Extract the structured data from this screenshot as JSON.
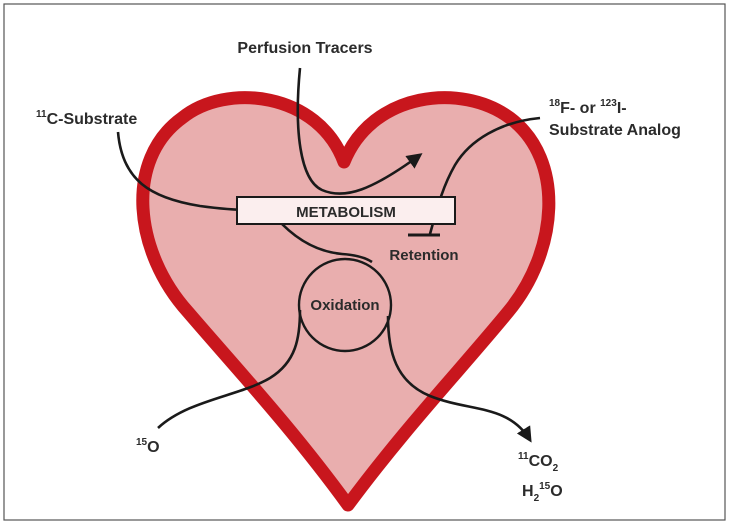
{
  "labels": {
    "perfusion": "Perfusion Tracers",
    "c11_sup": "11",
    "c11_text": "C-Substrate",
    "analog_sup1": "18",
    "analog_mid": "F- or ",
    "analog_sup2": "123",
    "analog_end": "I-",
    "analog_line2": "Substrate Analog",
    "metabolism": "METABOLISM",
    "retention": "Retention",
    "oxidation": "Oxidation",
    "o15_sup": "15",
    "o15_text": "O",
    "co2_sup": "11",
    "co2_main": "CO",
    "co2_sub": "2",
    "h2o_h": "H",
    "h2o_sub": "2",
    "h2o_sup": "15",
    "h2o_o": "O"
  },
  "colors": {
    "heart_outline": "#c8161d",
    "heart_fill": "#e9aeae",
    "ink": "#1a1a1a",
    "box_fill": "#fbeeee",
    "frame": "#555555"
  }
}
